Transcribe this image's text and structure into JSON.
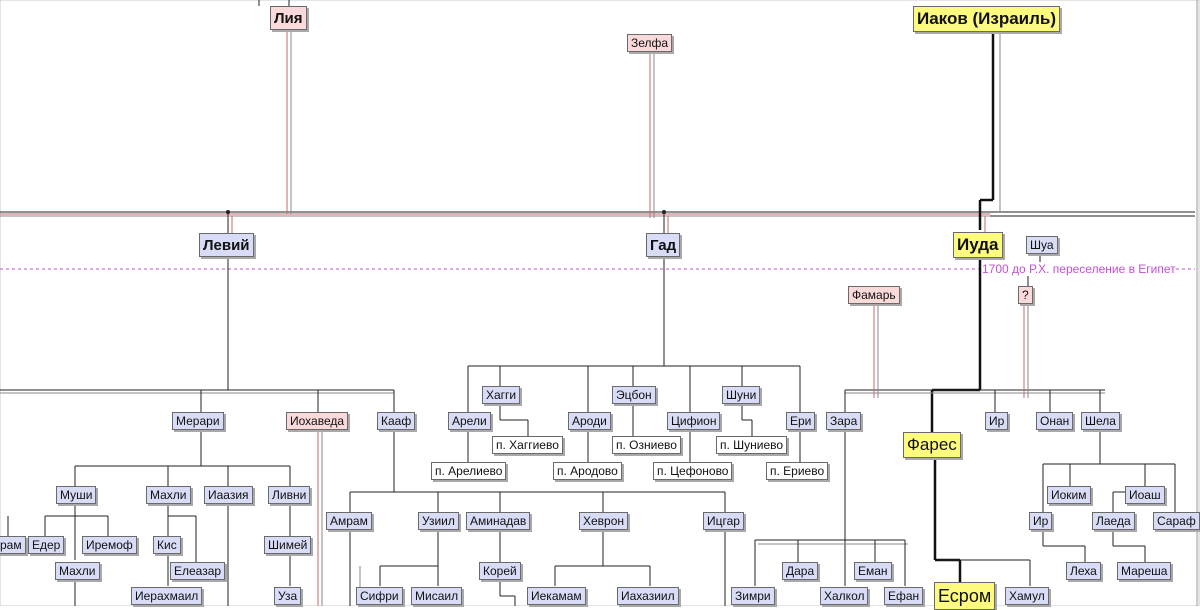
{
  "epoch_label": "1700 до Р.Х. переселение в Египет",
  "nodes": {
    "liya": "Лия",
    "zelfa": "Зелфа",
    "iakov": "Иаков (Израиль)",
    "leviy": "Левий",
    "gad": "Гад",
    "iuda": "Иуда",
    "shua": "Шуа",
    "question": "?",
    "famar": "Фамарь",
    "merari": "Мерари",
    "iokhaveda": "Иохаведа",
    "kaaf": "Кааф",
    "khaggi": "Хагги",
    "etsbon": "Эцбон",
    "shuni": "Шуни",
    "areli": "Арели",
    "arodi": "Ароди",
    "tsifion": "Цифион",
    "eri": "Ери",
    "p_khaggievo": "п. Хаггиево",
    "p_ozniyevo": "п. Озниево",
    "p_shunievo": "п. Шуниево",
    "p_arelievo": "п. Арелиево",
    "p_arodovo": "п. Ародово",
    "p_tsefonovo": "п. Цефоново",
    "p_erievo": "п. Ериево",
    "zara": "Зара",
    "fares": "Фарес",
    "ir": "Ир",
    "onan": "Онан",
    "shela": "Шела",
    "mushi": "Муши",
    "makhli": "Махли",
    "iaaziya": "Иаазия",
    "livni": "Ливни",
    "amram": "Амрам",
    "uziil": "Узиил",
    "aminadav": "Аминадав",
    "khevron": "Хеврон",
    "itsgar": "Ицгар",
    "ram_partial": "рам",
    "eder": "Едер",
    "iremof": "Иремоф",
    "kis": "Кис",
    "shimey": "Шимей",
    "makhli2": "Махли",
    "eleazar": "Елеазар",
    "ierakhmail": "Иерахмаил",
    "uza": "Уза",
    "korey": "Корей",
    "sifri": "Сифри",
    "misail": "Мисаил",
    "iekamam": "Иекамам",
    "iakhaziil": "Иахазиил",
    "zimri": "Зимри",
    "dara": "Дара",
    "khalkol": "Халкол",
    "eman": "Еман",
    "efan": "Ефан",
    "esrom": "Есром",
    "khamul": "Хамул",
    "iokim": "Иоким",
    "ioash": "Иоаш",
    "ir2": "Ир",
    "laeda": "Лаеда",
    "saraf_partial": "Сараф",
    "lekha": "Леха",
    "maresha": "Мареша"
  }
}
